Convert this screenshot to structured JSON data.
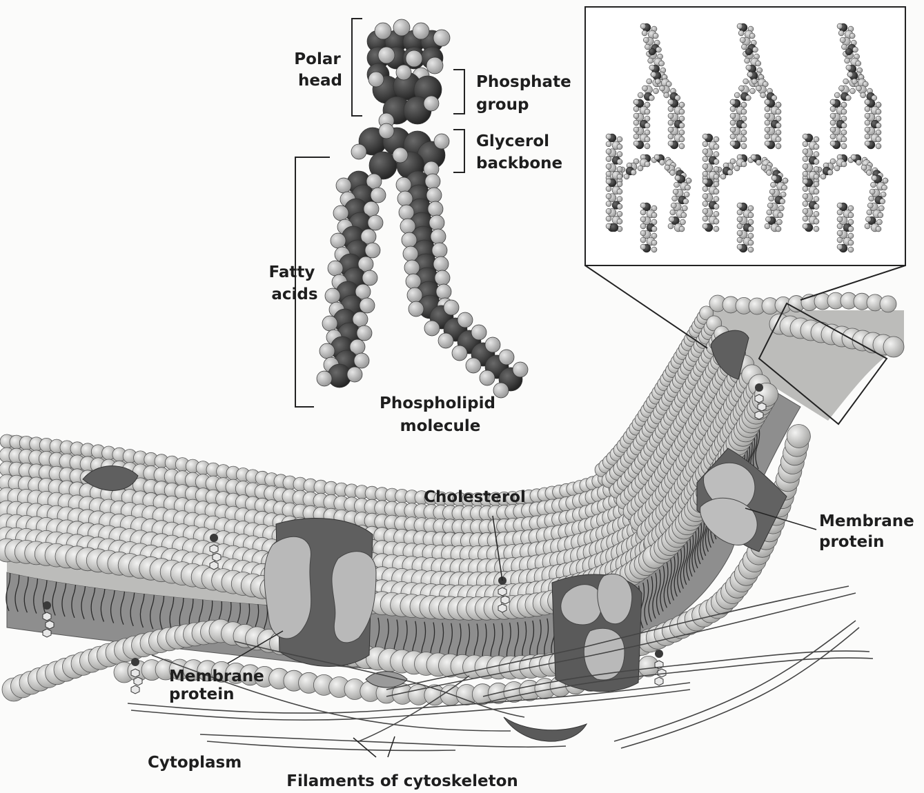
{
  "labels": {
    "polar_head": [
      "Polar",
      "head"
    ],
    "phosphate_group": [
      "Phosphate",
      "group"
    ],
    "glycerol_backbone": [
      "Glycerol",
      "backbone"
    ],
    "fatty_acids": [
      "Fatty",
      "acids"
    ],
    "phospholipid_molecule": [
      "Phospholipid",
      "molecule"
    ],
    "cholesterol": "Cholesterol",
    "membrane_protein_right": [
      "Membrane",
      "protein"
    ],
    "membrane_protein_left": [
      "Membrane",
      "protein"
    ],
    "cytoplasm": "Cytoplasm",
    "filaments": "Filaments of cytoskeleton"
  },
  "colors": {
    "head_fill": "#cfcfcd",
    "head_stroke": "#555555",
    "interior": "#8c8c8c",
    "protein_dark": "#5f5f5f",
    "protein_light": "#b9b9b9",
    "atom_dark": "#3c3c3c",
    "atom_light": "#bdbdbd"
  }
}
